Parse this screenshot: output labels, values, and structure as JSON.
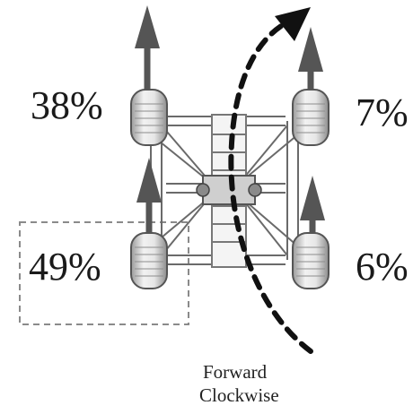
{
  "wheels": {
    "front_left": {
      "percent": "38%"
    },
    "front_right": {
      "percent": "7%"
    },
    "rear_left": {
      "percent": "49%"
    },
    "rear_right": {
      "percent": "6%"
    }
  },
  "caption": {
    "line1": "Forward",
    "line2": "Clockwise"
  },
  "colors": {
    "arrow": "#555555",
    "wheel": "#dcdcdc",
    "frame": "#666666",
    "rotation_arrow": "#111111",
    "highlight_box": "#888888"
  }
}
